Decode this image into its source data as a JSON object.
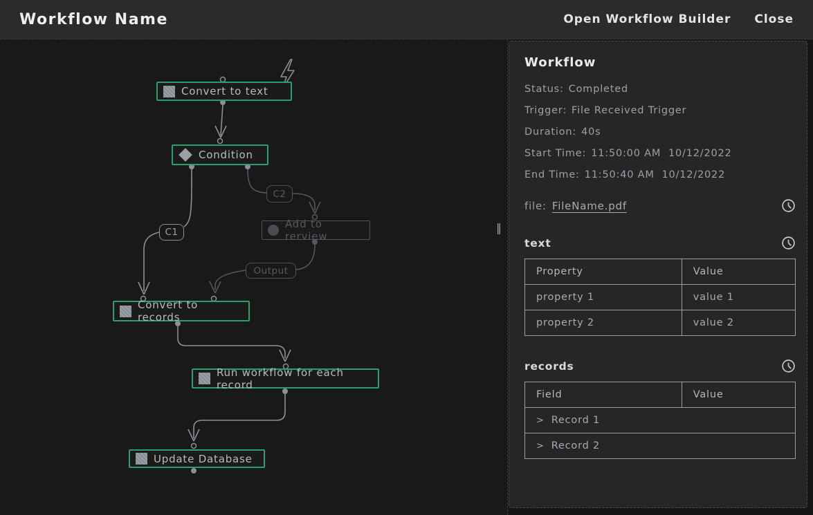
{
  "header": {
    "title": "Workflow Name",
    "open_builder_label": "Open Workflow Builder",
    "close_label": "Close"
  },
  "canvas": {
    "nodes": [
      {
        "label": "Convert to text",
        "state": "active",
        "icon": "square"
      },
      {
        "label": "Condition",
        "state": "active",
        "icon": "diamond"
      },
      {
        "label": "Add to rerview",
        "state": "inactive",
        "icon": "circle"
      },
      {
        "label": "Convert to records",
        "state": "active",
        "icon": "square"
      },
      {
        "label": "Run workflow for each record",
        "state": "active",
        "icon": "square"
      },
      {
        "label": "Update Database",
        "state": "active",
        "icon": "square"
      }
    ],
    "edge_labels": [
      {
        "label": "C1",
        "state": "active"
      },
      {
        "label": "C2",
        "state": "inactive"
      },
      {
        "label": "Output",
        "state": "inactive"
      }
    ],
    "resize_handle": "‖"
  },
  "panel": {
    "title": "Workflow",
    "details": [
      {
        "label": "Status:",
        "value": "Completed"
      },
      {
        "label": "Trigger:",
        "value": "File Received Trigger"
      },
      {
        "label": "Duration:",
        "value": "40s"
      },
      {
        "label": "Start Time:",
        "value": "11:50:00 AM  10/12/2022"
      },
      {
        "label": "End Time:",
        "value": "11:50:40 AM  10/12/2022"
      }
    ],
    "file": {
      "label": "file:",
      "filename": "FileName.pdf"
    },
    "sections": [
      {
        "name": "text",
        "table": {
          "headers": [
            "Property",
            "Value"
          ],
          "rows": [
            {
              "cells": [
                "property 1",
                "value 1"
              ]
            },
            {
              "cells": [
                "property 2",
                "value 2"
              ]
            }
          ]
        }
      },
      {
        "name": "records",
        "table": {
          "headers": [
            "Field",
            "Value"
          ],
          "expand_rows": [
            {
              "chevron": ">",
              "label": "Record 1"
            },
            {
              "chevron": ">",
              "label": "Record 2"
            }
          ]
        }
      }
    ]
  },
  "colors": {
    "node_active_border": "#2e9e6f",
    "canvas_bg": "#191919",
    "header_bg": "#2b2b2b",
    "panel_bg": "#262626",
    "connector": "#8b9198",
    "dim": "#54585c",
    "text_primary": "#e8eaec",
    "text_secondary": "#9aa1a7"
  }
}
